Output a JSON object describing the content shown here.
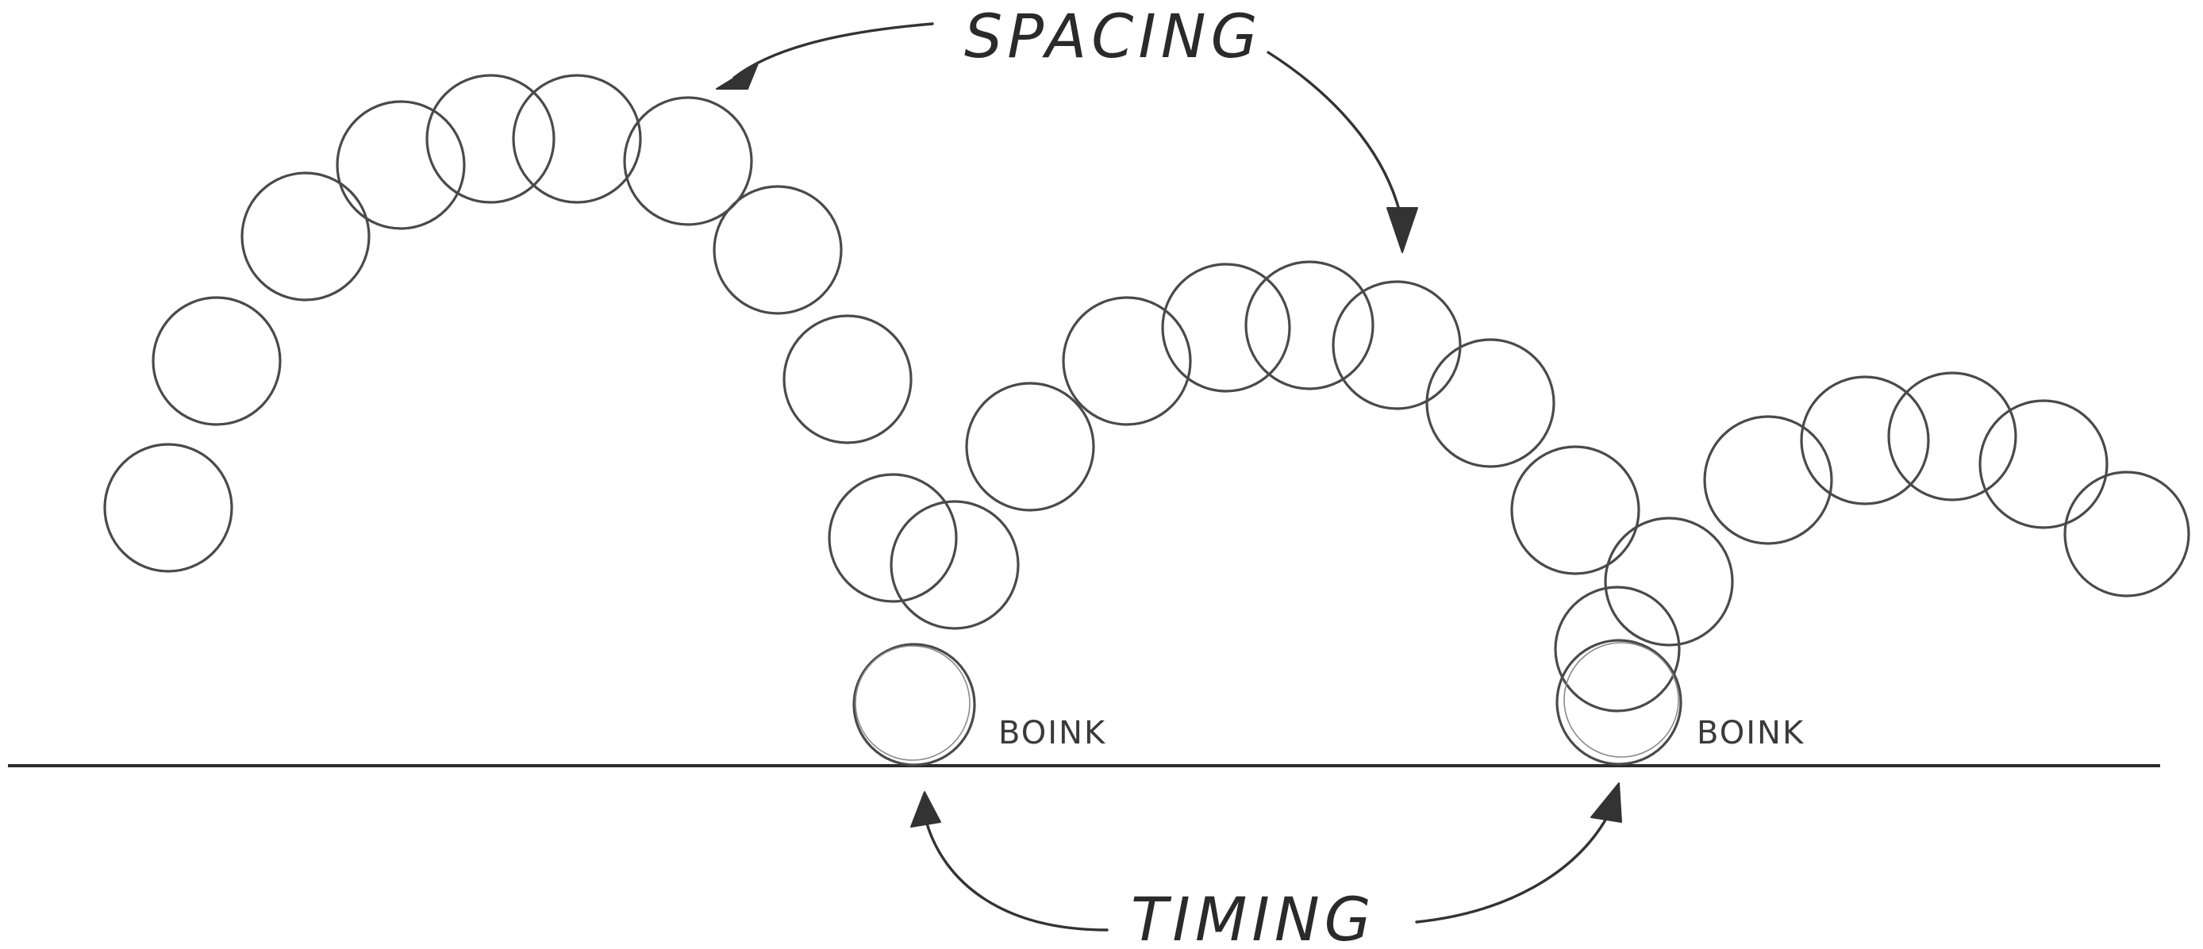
{
  "labels": {
    "spacing": "SPACING",
    "timing": "TIMING",
    "impact_1": "BOINK",
    "impact_2": "BOINK"
  },
  "colors": {
    "pencil": "#4a4a4a",
    "ground": "#2b2b2b",
    "background": "#ffffff"
  }
}
